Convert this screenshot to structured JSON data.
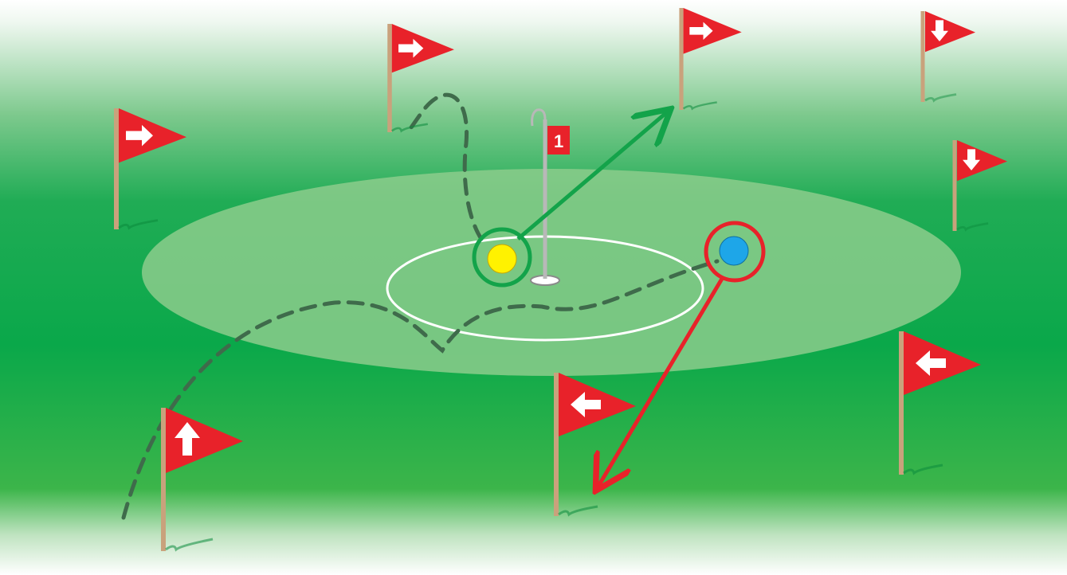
{
  "colors": {
    "grass_top": "#ffffff",
    "grass_mid": "#0aa84a",
    "grass_bottom": "#3cb54a",
    "green_area": "#8ccc8c",
    "flag_red": "#e8222a",
    "pole_tan": "#c9a27c",
    "path_dash": "#3f6b4b",
    "good_arrow": "#13a34a",
    "bad_arrow": "#e8222a",
    "ball_yellow": "#fff200",
    "ball_blue": "#1ea6e8"
  },
  "hole": {
    "pin_label": "1"
  },
  "flags": [
    {
      "name": "flag-left-upper",
      "arrow": "right"
    },
    {
      "name": "flag-top-center-left",
      "arrow": "right"
    },
    {
      "name": "flag-top-center-right",
      "arrow": "right"
    },
    {
      "name": "flag-top-right",
      "arrow": "down"
    },
    {
      "name": "flag-right-middle",
      "arrow": "down"
    },
    {
      "name": "flag-bottom-left",
      "arrow": "up"
    },
    {
      "name": "flag-bottom-center",
      "arrow": "left"
    },
    {
      "name": "flag-bottom-right",
      "arrow": "left"
    }
  ],
  "balls": [
    {
      "name": "yellow-ball",
      "color": "yellow",
      "ring": "green"
    },
    {
      "name": "blue-ball",
      "color": "blue",
      "ring": "red"
    }
  ]
}
